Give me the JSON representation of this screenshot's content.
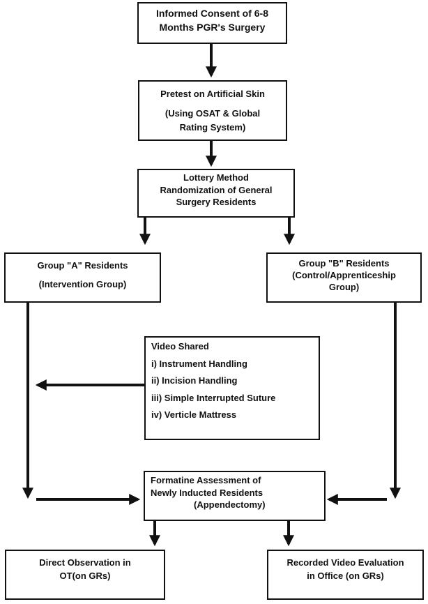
{
  "nodes": {
    "consent": {
      "lines": [
        "Informed Consent of 6-8",
        "Months PGR's Surgery"
      ]
    },
    "pretest": {
      "lines": [
        "Pretest on Artificial Skin",
        "(Using OSAT & Global",
        "Rating System)"
      ]
    },
    "lottery": {
      "lines": [
        "Lottery Method",
        "Randomization of General",
        "Surgery Residents"
      ]
    },
    "group_a": {
      "lines": [
        "Group \"A\" Residents",
        "(Intervention Group)"
      ]
    },
    "group_b": {
      "lines": [
        "Group \"B\" Residents",
        "(Control/Apprenticeship",
        "Group)"
      ]
    },
    "video": {
      "lines": [
        "Video Shared",
        "i) Instrument Handling",
        "ii) Incision Handling",
        "iii) Simple Interrupted Suture",
        "iv) Verticle Mattress"
      ]
    },
    "formative": {
      "lines": [
        "Formatine Assessment of",
        "Newly Inducted Residents",
        "(Appendectomy)"
      ]
    },
    "direct": {
      "lines": [
        "Direct Observation in",
        "OT(on GRs)"
      ]
    },
    "recorded": {
      "lines": [
        "Recorded Video Evaluation",
        "in Office (on GRs)"
      ]
    }
  },
  "colors": {
    "line": "#111111",
    "box_bg": "#ffffff"
  }
}
